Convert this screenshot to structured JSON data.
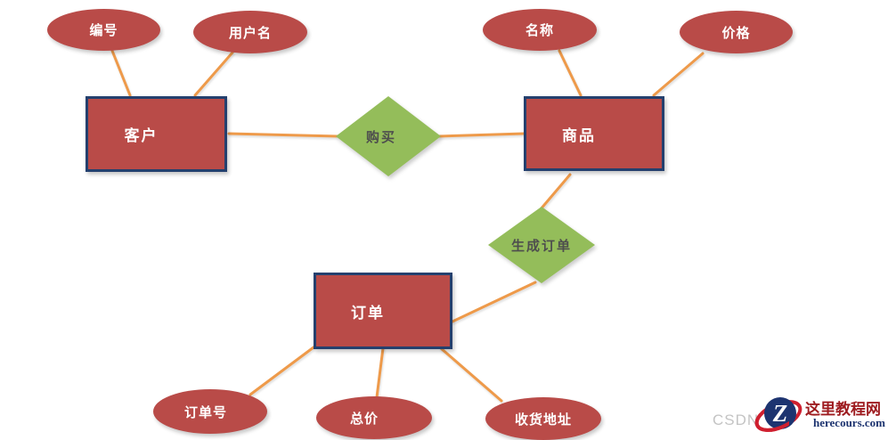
{
  "diagram": {
    "type": "entity-relationship",
    "entities": [
      {
        "id": "customer",
        "label": "客户"
      },
      {
        "id": "product",
        "label": "商品"
      },
      {
        "id": "order",
        "label": "订单"
      }
    ],
    "relationships": [
      {
        "id": "purchase",
        "label": "购买"
      },
      {
        "id": "generate-order",
        "label": "生成订单"
      }
    ],
    "attributes": [
      {
        "id": "customer-id",
        "label": "编号",
        "of": "customer"
      },
      {
        "id": "username",
        "label": "用户名",
        "of": "customer"
      },
      {
        "id": "product-name",
        "label": "名称",
        "of": "product"
      },
      {
        "id": "price",
        "label": "价格",
        "of": "product"
      },
      {
        "id": "order-number",
        "label": "订单号",
        "of": "order"
      },
      {
        "id": "total-price",
        "label": "总价",
        "of": "order"
      },
      {
        "id": "shipping-address",
        "label": "收货地址",
        "of": "order"
      }
    ],
    "edges": [
      {
        "from": "编号",
        "to": "客户"
      },
      {
        "from": "用户名",
        "to": "客户"
      },
      {
        "from": "客户",
        "to": "购买"
      },
      {
        "from": "购买",
        "to": "商品"
      },
      {
        "from": "名称",
        "to": "商品"
      },
      {
        "from": "价格",
        "to": "商品"
      },
      {
        "from": "商品",
        "to": "生成订单"
      },
      {
        "from": "生成订单",
        "to": "订单"
      },
      {
        "from": "订单",
        "to": "订单号"
      },
      {
        "from": "订单",
        "to": "总价"
      },
      {
        "from": "订单",
        "to": "收货地址"
      }
    ],
    "colors": {
      "shape-red": "#b94b48",
      "entity-border-navy": "#24406e",
      "relationship-green": "#94bd5a",
      "connector-orange": "#ee9a4a",
      "brand-red": "#9e1c20",
      "brand-navy": "#1d3470"
    }
  },
  "watermark": {
    "csdn": "CSDN",
    "site_name": "这里教程网",
    "site_url": "herecours.com",
    "logo_letter": "Z"
  }
}
